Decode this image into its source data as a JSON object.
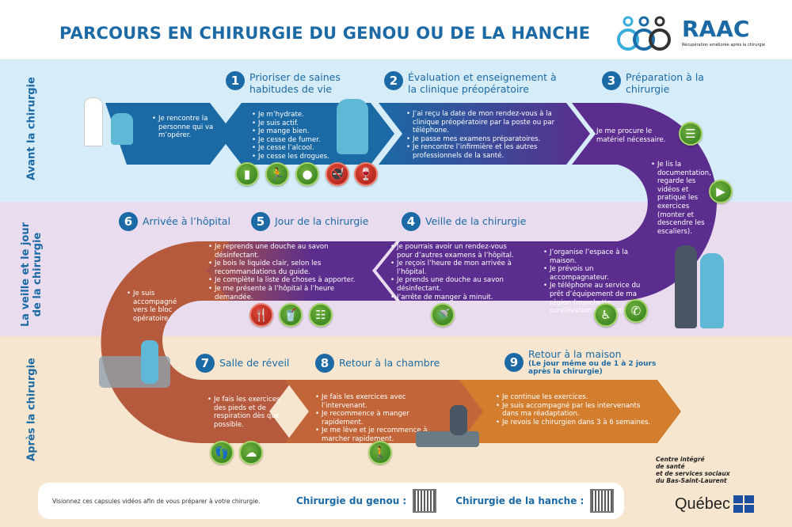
{
  "header": {
    "title": "PARCOURS EN CHIRURGIE DU GENOU OU DE LA HANCHE",
    "logo": {
      "name": "RAAC",
      "tagline": "Récupération améliorée après la chirurgie"
    }
  },
  "phases": [
    {
      "label": "Avant la chirurgie"
    },
    {
      "label": "La veille et le jour de la chirurgie"
    },
    {
      "label": "Après la chirurgie"
    }
  ],
  "colors": {
    "blue": "#1b6aa5",
    "purple": "#5b2d8e",
    "orange": "#cf7a2e",
    "rust": "#b65a3d",
    "band_blue": "#d6ecf8",
    "band_lavender": "#e8dcee",
    "band_beige": "#f7e6cf"
  },
  "intro": {
    "items": [
      "Je rencontre la personne qui va m’opérer."
    ]
  },
  "steps": [
    {
      "number": "1",
      "title": "Prioriser de saines habitudes de vie",
      "items": [
        "Je m’hydrate.",
        "Je suis actif.",
        "Je mange bien.",
        "Je cesse de fumer.",
        "Je cesse l’alcool.",
        "Je cesse les drogues."
      ],
      "icons": [
        "water-bottle-icon",
        "running-icon",
        "apple-icon",
        "no-smoking-icon",
        "no-alcohol-icon"
      ]
    },
    {
      "number": "2",
      "title": "Évaluation et enseignement à la clinique préopératoire",
      "items": [
        "J’ai reçu la date de mon rendez-vous à la clinique préopératoire par la poste ou par téléphone.",
        "Je passe mes examens préparatoires.",
        "Je rencontre l’infirmière et les autres professionnels de la santé."
      ]
    },
    {
      "number": "3",
      "title": "Préparation à la chirurgie",
      "items": [
        "Je me procure le matériel nécessaire.",
        "Je lis la documentation, regarde les vidéos et pratique les exercices (monter et descendre les escaliers).",
        "J’organise l’espace à la maison.",
        "Je prévois un accompagnateur.",
        "Je téléphone au service du prêt d’équipement de ma région (marchette, surélévation de toilette)."
      ],
      "icons": [
        "document-icon",
        "play-icon",
        "walker-icon",
        "phone-icon"
      ]
    },
    {
      "number": "4",
      "title": "Veille de la chirurgie",
      "items": [
        "Je pourrais avoir un rendez-vous pour d’autres examens à l’hôpital.",
        "Je reçois l’heure de mon arrivée à l’hôpital.",
        "Je prends une douche au savon désinfectant.",
        "J’arrête de manger à minuit."
      ],
      "icons": [
        "shower-icon"
      ]
    },
    {
      "number": "5",
      "title": "Jour de la chirurgie",
      "items": [
        "Je reprends une douche au savon désinfectant.",
        "Je bois le liquide clair, selon les recommandations du guide.",
        "Je complète la liste de choses à apporter.",
        "Je me présente à l’hôpital à l’heure demandée."
      ],
      "icons": [
        "no-food-icon",
        "drinking-icon",
        "checklist-icon"
      ]
    },
    {
      "number": "6",
      "title": "Arrivée à l’hôpital",
      "items": [
        "Je suis accompagné vers le bloc opératoire."
      ]
    },
    {
      "number": "7",
      "title": "Salle de réveil",
      "items": [
        "Je fais les exercices des pieds et de respiration dès que possible."
      ],
      "icons": [
        "foot-icon",
        "breathing-icon"
      ]
    },
    {
      "number": "8",
      "title": "Retour à la chambre",
      "items": [
        "Je fais les exercices avec l’intervenant.",
        "Je recommence à manger rapidement.",
        "Je me lève et je recommence à marcher rapidement."
      ],
      "icons": [
        "walking-icon"
      ]
    },
    {
      "number": "9",
      "title": "Retour à la maison",
      "subtitle": "(Le jour même ou de 1 à 2 jours après la chirurgie)",
      "items": [
        "Je continue les exercices.",
        "Je suis accompagné par les intervenants dans ma réadaptation.",
        "Je revois le chirurgien dans 3 à 6 semaines."
      ]
    }
  ],
  "footer": {
    "text": "Visionnez ces capsules vidéos afin de vous préparer à votre chirurgie.",
    "knee_label": "Chirurgie du genou :",
    "hip_label": "Chirurgie de la hanche :",
    "org_line1": "Centre intégré de santé",
    "org_line2": "et de services sociaux",
    "org_line3": "du Bas-Saint-Laurent",
    "gov": "Québec"
  }
}
